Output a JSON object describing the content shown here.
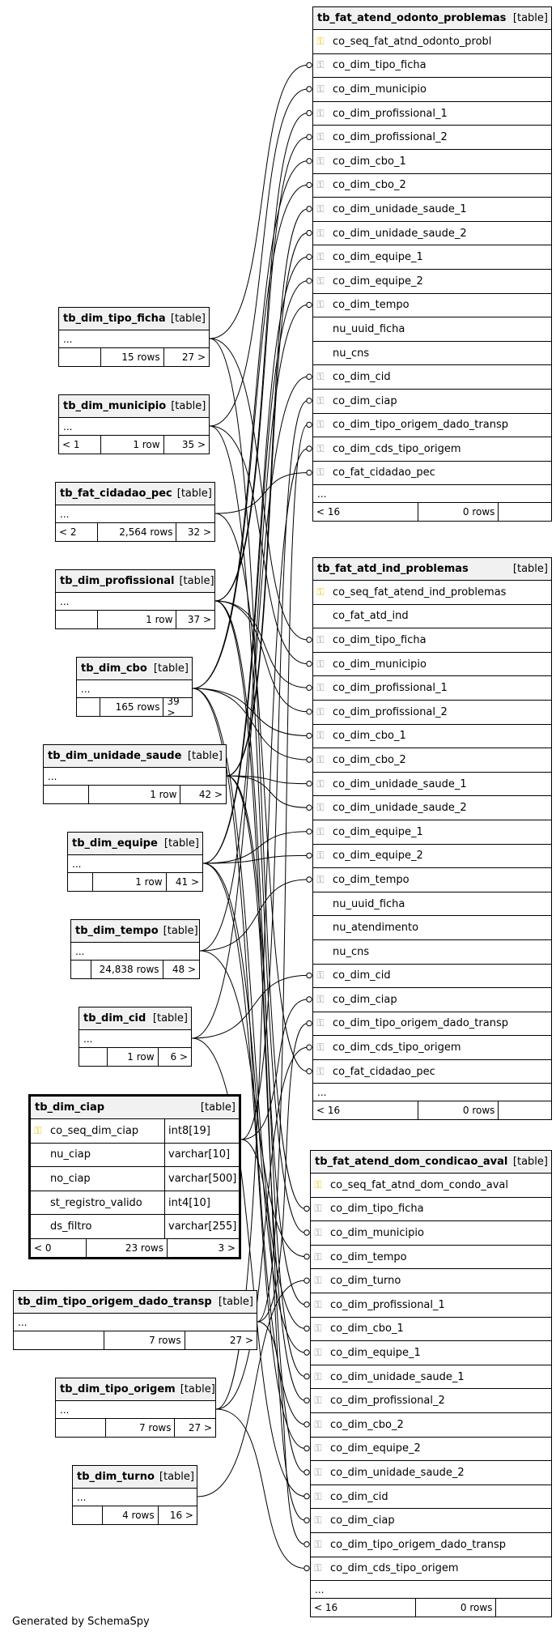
{
  "generated_by": "Generated by SchemaSpy",
  "icons": {
    "primary_key": "key-icon-gold",
    "foreign_key": "key-icon-gray"
  },
  "colors": {
    "header_bg": "#f1f1f1",
    "border": "#000000",
    "pk_key": "#e6c200",
    "fk_key": "#9a9a9a"
  },
  "tables": [
    {
      "id": "fat_odonto",
      "name": "tb_fat_atend_odonto_problemas",
      "tag": "[table]",
      "columns": [
        {
          "name": "co_seq_fat_atnd_odonto_probl",
          "key": "pk"
        },
        {
          "name": "co_dim_tipo_ficha",
          "key": "fk"
        },
        {
          "name": "co_dim_municipio",
          "key": "fk"
        },
        {
          "name": "co_dim_profissional_1",
          "key": "fk"
        },
        {
          "name": "co_dim_profissional_2",
          "key": "fk"
        },
        {
          "name": "co_dim_cbo_1",
          "key": "fk"
        },
        {
          "name": "co_dim_cbo_2",
          "key": "fk"
        },
        {
          "name": "co_dim_unidade_saude_1",
          "key": "fk"
        },
        {
          "name": "co_dim_unidade_saude_2",
          "key": "fk"
        },
        {
          "name": "co_dim_equipe_1",
          "key": "fk"
        },
        {
          "name": "co_dim_equipe_2",
          "key": "fk"
        },
        {
          "name": "co_dim_tempo",
          "key": "fk"
        },
        {
          "name": "nu_uuid_ficha",
          "key": ""
        },
        {
          "name": "nu_cns",
          "key": ""
        },
        {
          "name": "co_dim_cid",
          "key": "fk"
        },
        {
          "name": "co_dim_ciap",
          "key": "fk"
        },
        {
          "name": "co_dim_tipo_origem_dado_transp",
          "key": "fk"
        },
        {
          "name": "co_dim_cds_tipo_origem",
          "key": "fk"
        },
        {
          "name": "co_fat_cidadao_pec",
          "key": "fk"
        }
      ],
      "dots": "...",
      "footer": [
        "< 16",
        "0 rows",
        ""
      ]
    },
    {
      "id": "fat_ind",
      "name": "tb_fat_atd_ind_problemas",
      "tag": "[table]",
      "columns": [
        {
          "name": "co_seq_fat_atend_ind_problemas",
          "key": "pk"
        },
        {
          "name": "co_fat_atd_ind",
          "key": ""
        },
        {
          "name": "co_dim_tipo_ficha",
          "key": "fk"
        },
        {
          "name": "co_dim_municipio",
          "key": "fk"
        },
        {
          "name": "co_dim_profissional_1",
          "key": "fk"
        },
        {
          "name": "co_dim_profissional_2",
          "key": "fk"
        },
        {
          "name": "co_dim_cbo_1",
          "key": "fk"
        },
        {
          "name": "co_dim_cbo_2",
          "key": "fk"
        },
        {
          "name": "co_dim_unidade_saude_1",
          "key": "fk"
        },
        {
          "name": "co_dim_unidade_saude_2",
          "key": "fk"
        },
        {
          "name": "co_dim_equipe_1",
          "key": "fk"
        },
        {
          "name": "co_dim_equipe_2",
          "key": "fk"
        },
        {
          "name": "co_dim_tempo",
          "key": "fk"
        },
        {
          "name": "nu_uuid_ficha",
          "key": ""
        },
        {
          "name": "nu_atendimento",
          "key": ""
        },
        {
          "name": "nu_cns",
          "key": ""
        },
        {
          "name": "co_dim_cid",
          "key": "fk"
        },
        {
          "name": "co_dim_ciap",
          "key": "fk"
        },
        {
          "name": "co_dim_tipo_origem_dado_transp",
          "key": "fk"
        },
        {
          "name": "co_dim_cds_tipo_origem",
          "key": "fk"
        },
        {
          "name": "co_fat_cidadao_pec",
          "key": "fk"
        }
      ],
      "dots": "...",
      "footer": [
        "< 16",
        "0 rows",
        ""
      ]
    },
    {
      "id": "fat_dom",
      "name": "tb_fat_atend_dom_condicao_aval",
      "tag": "[table]",
      "columns": [
        {
          "name": "co_seq_fat_atnd_dom_condo_aval",
          "key": "pk"
        },
        {
          "name": "co_dim_tipo_ficha",
          "key": "fk"
        },
        {
          "name": "co_dim_municipio",
          "key": "fk"
        },
        {
          "name": "co_dim_tempo",
          "key": "fk"
        },
        {
          "name": "co_dim_turno",
          "key": "fk"
        },
        {
          "name": "co_dim_profissional_1",
          "key": "fk"
        },
        {
          "name": "co_dim_cbo_1",
          "key": "fk"
        },
        {
          "name": "co_dim_equipe_1",
          "key": "fk"
        },
        {
          "name": "co_dim_unidade_saude_1",
          "key": "fk"
        },
        {
          "name": "co_dim_profissional_2",
          "key": "fk"
        },
        {
          "name": "co_dim_cbo_2",
          "key": "fk"
        },
        {
          "name": "co_dim_equipe_2",
          "key": "fk"
        },
        {
          "name": "co_dim_unidade_saude_2",
          "key": "fk"
        },
        {
          "name": "co_dim_cid",
          "key": "fk"
        },
        {
          "name": "co_dim_ciap",
          "key": "fk"
        },
        {
          "name": "co_dim_tipo_origem_dado_transp",
          "key": "fk"
        },
        {
          "name": "co_dim_cds_tipo_origem",
          "key": "fk"
        }
      ],
      "dots": "...",
      "footer": [
        "< 16",
        "0 rows",
        ""
      ]
    },
    {
      "id": "dim_tipo_ficha",
      "name": "tb_dim_tipo_ficha",
      "tag": "[table]",
      "dots": "...",
      "footer": [
        "",
        "15 rows",
        "27 >"
      ]
    },
    {
      "id": "dim_municipio",
      "name": "tb_dim_municipio",
      "tag": "[table]",
      "dots": "...",
      "footer": [
        "< 1",
        "1 row",
        "35 >"
      ]
    },
    {
      "id": "fat_cidadao",
      "name": "tb_fat_cidadao_pec",
      "tag": "[table]",
      "dots": "...",
      "footer": [
        "< 2",
        "2,564 rows",
        "32 >"
      ]
    },
    {
      "id": "dim_prof",
      "name": "tb_dim_profissional",
      "tag": "[table]",
      "dots": "...",
      "footer": [
        "",
        "1 row",
        "37 >"
      ]
    },
    {
      "id": "dim_cbo",
      "name": "tb_dim_cbo",
      "tag": "[table]",
      "dots": "...",
      "footer": [
        "",
        "165 rows",
        "39 >"
      ]
    },
    {
      "id": "dim_us",
      "name": "tb_dim_unidade_saude",
      "tag": "[table]",
      "dots": "...",
      "footer": [
        "",
        "1 row",
        "42 >"
      ]
    },
    {
      "id": "dim_equipe",
      "name": "tb_dim_equipe",
      "tag": "[table]",
      "dots": "...",
      "footer": [
        "",
        "1 row",
        "41 >"
      ]
    },
    {
      "id": "dim_tempo",
      "name": "tb_dim_tempo",
      "tag": "[table]",
      "dots": "...",
      "footer": [
        "",
        "24,838 rows",
        "48 >"
      ]
    },
    {
      "id": "dim_cid",
      "name": "tb_dim_cid",
      "tag": "[table]",
      "dots": "...",
      "footer": [
        "",
        "1 row",
        "6 >"
      ]
    },
    {
      "id": "dim_ciap",
      "name": "tb_dim_ciap",
      "tag": "[table]",
      "bold": true,
      "columns": [
        {
          "name": "co_seq_dim_ciap",
          "key": "pk",
          "type": "int8[19]"
        },
        {
          "name": "nu_ciap",
          "key": "",
          "type": "varchar[10]"
        },
        {
          "name": "no_ciap",
          "key": "",
          "type": "varchar[500]"
        },
        {
          "name": "st_registro_valido",
          "key": "",
          "type": "int4[10]"
        },
        {
          "name": "ds_filtro",
          "key": "",
          "type": "varchar[255]"
        }
      ],
      "footer": [
        "< 0",
        "23 rows",
        "3 >"
      ]
    },
    {
      "id": "dim_origem_transp",
      "name": "tb_dim_tipo_origem_dado_transp",
      "tag": "[table]",
      "dots": "...",
      "footer": [
        "",
        "7 rows",
        "27 >"
      ]
    },
    {
      "id": "dim_tipo_origem",
      "name": "tb_dim_tipo_origem",
      "tag": "[table]",
      "dots": "...",
      "footer": [
        "",
        "7 rows",
        "27 >"
      ]
    },
    {
      "id": "dim_turno",
      "name": "tb_dim_turno",
      "tag": "[table]",
      "dots": "...",
      "footer": [
        "",
        "4 rows",
        "16 >"
      ]
    }
  ],
  "relationships": [
    [
      "dim_tipo_ficha",
      "fat_odonto",
      1
    ],
    [
      "dim_tipo_ficha",
      "fat_ind",
      2
    ],
    [
      "dim_tipo_ficha",
      "fat_dom",
      1
    ],
    [
      "dim_municipio",
      "fat_odonto",
      2
    ],
    [
      "dim_municipio",
      "fat_ind",
      3
    ],
    [
      "dim_municipio",
      "fat_dom",
      2
    ],
    [
      "fat_cidadao",
      "fat_odonto",
      18
    ],
    [
      "fat_cidadao",
      "fat_ind",
      20
    ],
    [
      "dim_prof",
      "fat_odonto",
      3
    ],
    [
      "dim_prof",
      "fat_odonto",
      4
    ],
    [
      "dim_prof",
      "fat_ind",
      4
    ],
    [
      "dim_prof",
      "fat_ind",
      5
    ],
    [
      "dim_prof",
      "fat_dom",
      5
    ],
    [
      "dim_prof",
      "fat_dom",
      9
    ],
    [
      "dim_cbo",
      "fat_odonto",
      5
    ],
    [
      "dim_cbo",
      "fat_odonto",
      6
    ],
    [
      "dim_cbo",
      "fat_ind",
      6
    ],
    [
      "dim_cbo",
      "fat_ind",
      7
    ],
    [
      "dim_cbo",
      "fat_dom",
      6
    ],
    [
      "dim_cbo",
      "fat_dom",
      10
    ],
    [
      "dim_us",
      "fat_odonto",
      7
    ],
    [
      "dim_us",
      "fat_odonto",
      8
    ],
    [
      "dim_us",
      "fat_ind",
      8
    ],
    [
      "dim_us",
      "fat_ind",
      9
    ],
    [
      "dim_us",
      "fat_dom",
      8
    ],
    [
      "dim_us",
      "fat_dom",
      12
    ],
    [
      "dim_equipe",
      "fat_odonto",
      9
    ],
    [
      "dim_equipe",
      "fat_odonto",
      10
    ],
    [
      "dim_equipe",
      "fat_ind",
      10
    ],
    [
      "dim_equipe",
      "fat_ind",
      11
    ],
    [
      "dim_equipe",
      "fat_dom",
      7
    ],
    [
      "dim_equipe",
      "fat_dom",
      11
    ],
    [
      "dim_tempo",
      "fat_odonto",
      11
    ],
    [
      "dim_tempo",
      "fat_ind",
      12
    ],
    [
      "dim_tempo",
      "fat_dom",
      3
    ],
    [
      "dim_cid",
      "fat_odonto",
      14
    ],
    [
      "dim_cid",
      "fat_ind",
      16
    ],
    [
      "dim_cid",
      "fat_dom",
      13
    ],
    [
      "dim_ciap",
      "fat_odonto",
      15
    ],
    [
      "dim_ciap",
      "fat_ind",
      17
    ],
    [
      "dim_ciap",
      "fat_dom",
      14
    ],
    [
      "dim_origem_transp",
      "fat_odonto",
      16
    ],
    [
      "dim_origem_transp",
      "fat_ind",
      18
    ],
    [
      "dim_origem_transp",
      "fat_dom",
      15
    ],
    [
      "dim_tipo_origem",
      "fat_odonto",
      17
    ],
    [
      "dim_tipo_origem",
      "fat_ind",
      19
    ],
    [
      "dim_tipo_origem",
      "fat_dom",
      16
    ],
    [
      "dim_turno",
      "fat_dom",
      4
    ]
  ]
}
